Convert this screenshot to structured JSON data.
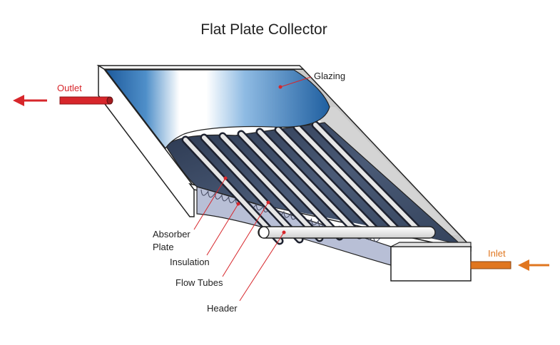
{
  "title": "Flat Plate Collector",
  "labels": {
    "glazing": "Glazing",
    "absorber_line1": "Absorber",
    "absorber_line2": "Plate",
    "insulation": "Insulation",
    "flow_tubes": "Flow Tubes",
    "header": "Header",
    "outlet": "Outlet",
    "inlet": "Inlet"
  },
  "colors": {
    "outlet": "#d7262b",
    "inlet": "#e0761f",
    "leader": "#d7262b",
    "glazing_dark": "#1f5fa0",
    "absorber": "#3d4d66",
    "frame": "#ffffff",
    "frame_inner": "#bdbdbd",
    "insulation": "#9aa3c2"
  }
}
